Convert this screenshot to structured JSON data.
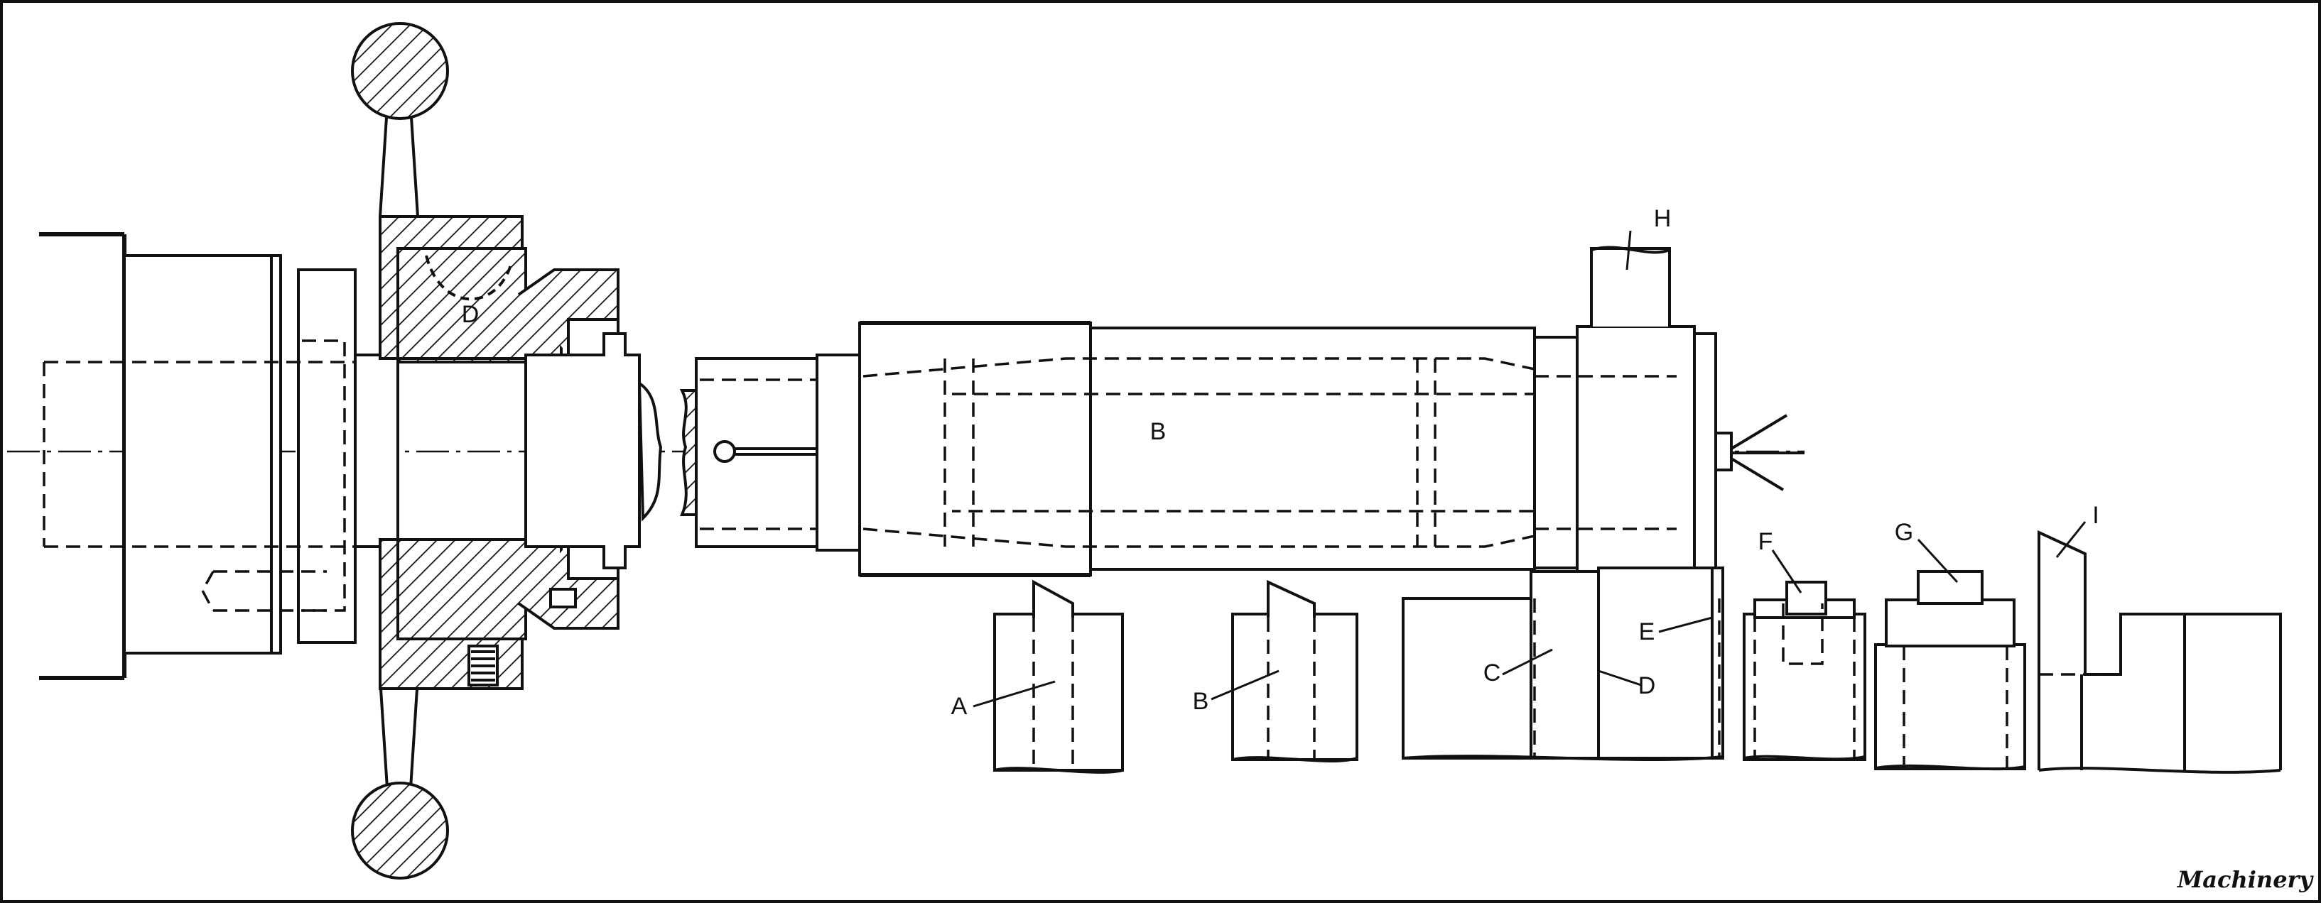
{
  "figure": {
    "credit": "Machinery",
    "labels": {
      "D_chuck": "D",
      "B_bar": "B",
      "H": "H",
      "F": "F",
      "G": "G",
      "I": "I",
      "A": "A",
      "B_tool": "B",
      "C": "C",
      "D_tool": "D",
      "E": "E"
    }
  }
}
